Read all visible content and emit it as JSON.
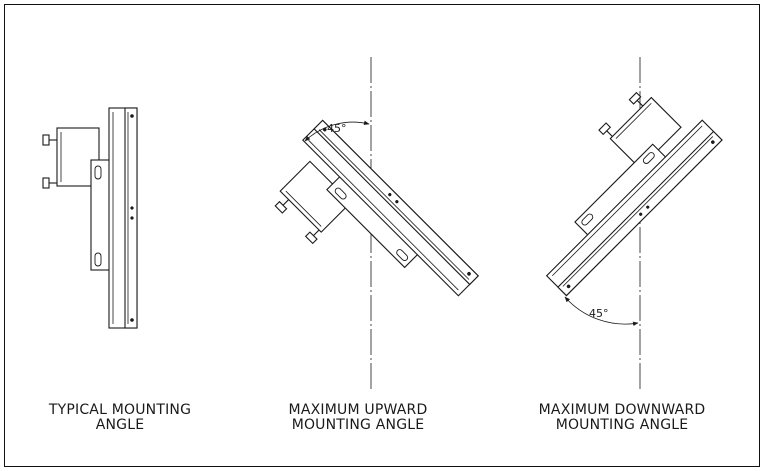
{
  "captions": {
    "typical": [
      "TYPICAL MOUNTING",
      "ANGLE"
    ],
    "upward": [
      "MAXIMUM UPWARD",
      "MOUNTING ANGLE"
    ],
    "downward": [
      "MAXIMUM DOWNWARD",
      "MOUNTING ANGLE"
    ]
  },
  "angles": {
    "upward_label": "45°",
    "downward_label": "45°"
  },
  "colors": {
    "line": "#1a1a1a",
    "background": "#ffffff"
  }
}
